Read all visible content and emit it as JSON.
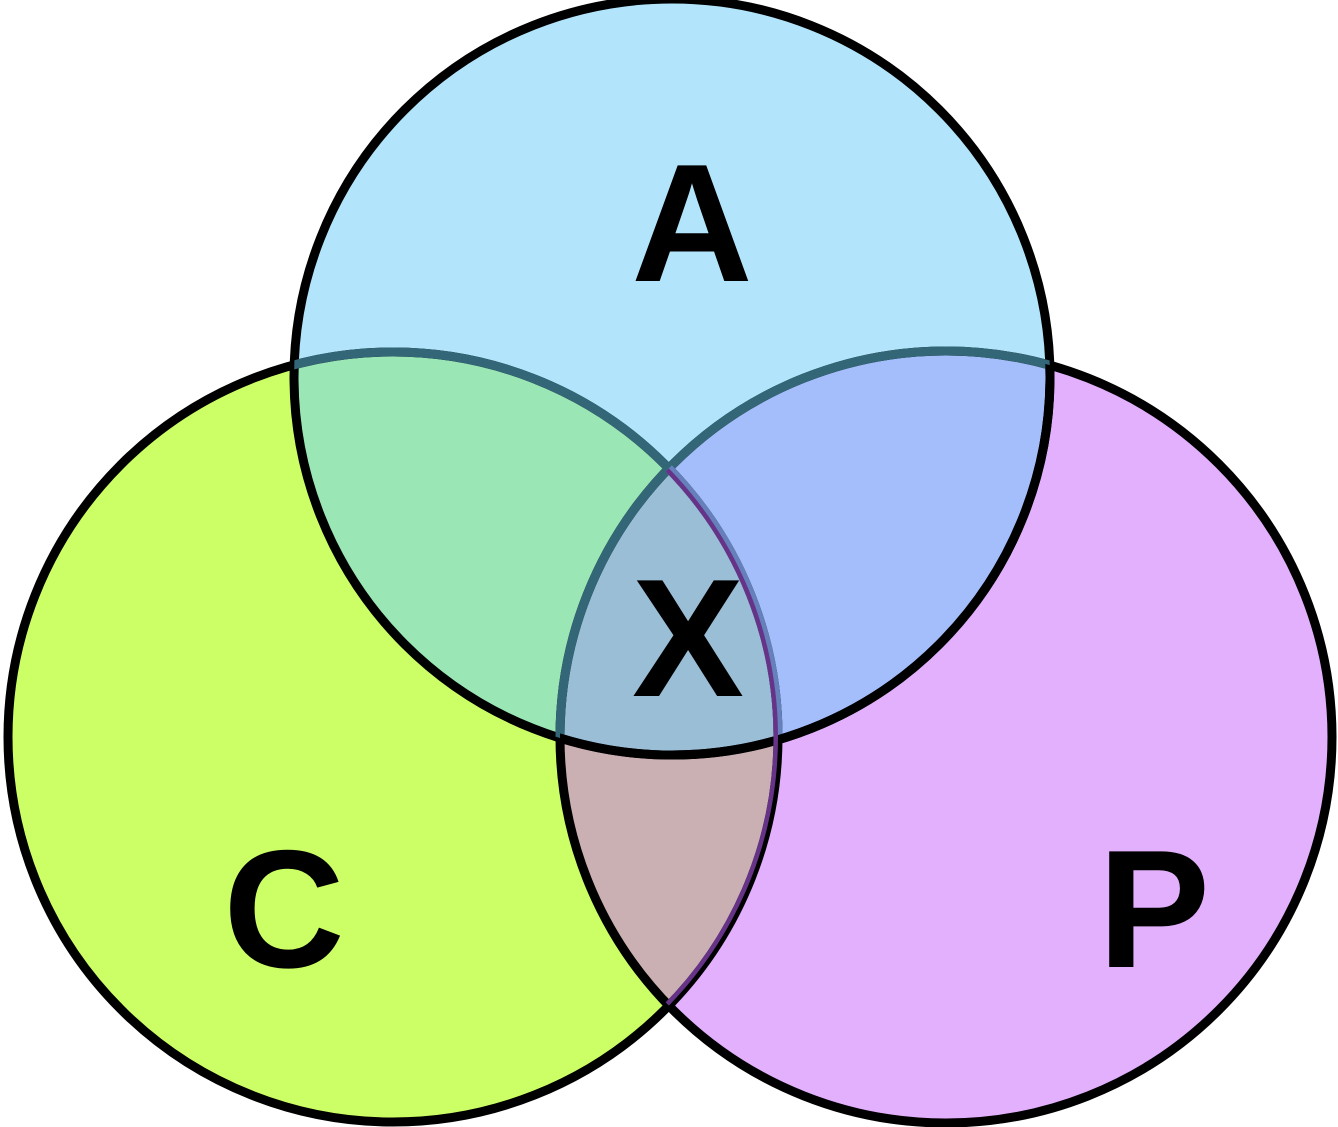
{
  "diagram": {
    "type": "venn",
    "sets": [
      {
        "id": "A",
        "label": "A",
        "color": "#b2e5fc"
      },
      {
        "id": "C",
        "label": "C",
        "color": "#ccff66"
      },
      {
        "id": "P",
        "label": "P",
        "color": "#e2b0fc"
      }
    ],
    "intersection_label": "X",
    "region_colors": {
      "A∩C": "#9be6b5",
      "A∩P": "#a4befc",
      "C∩P": "#cbb0b3",
      "A∩C∩P": "#9bbed7"
    },
    "outline_color": "#000000"
  }
}
